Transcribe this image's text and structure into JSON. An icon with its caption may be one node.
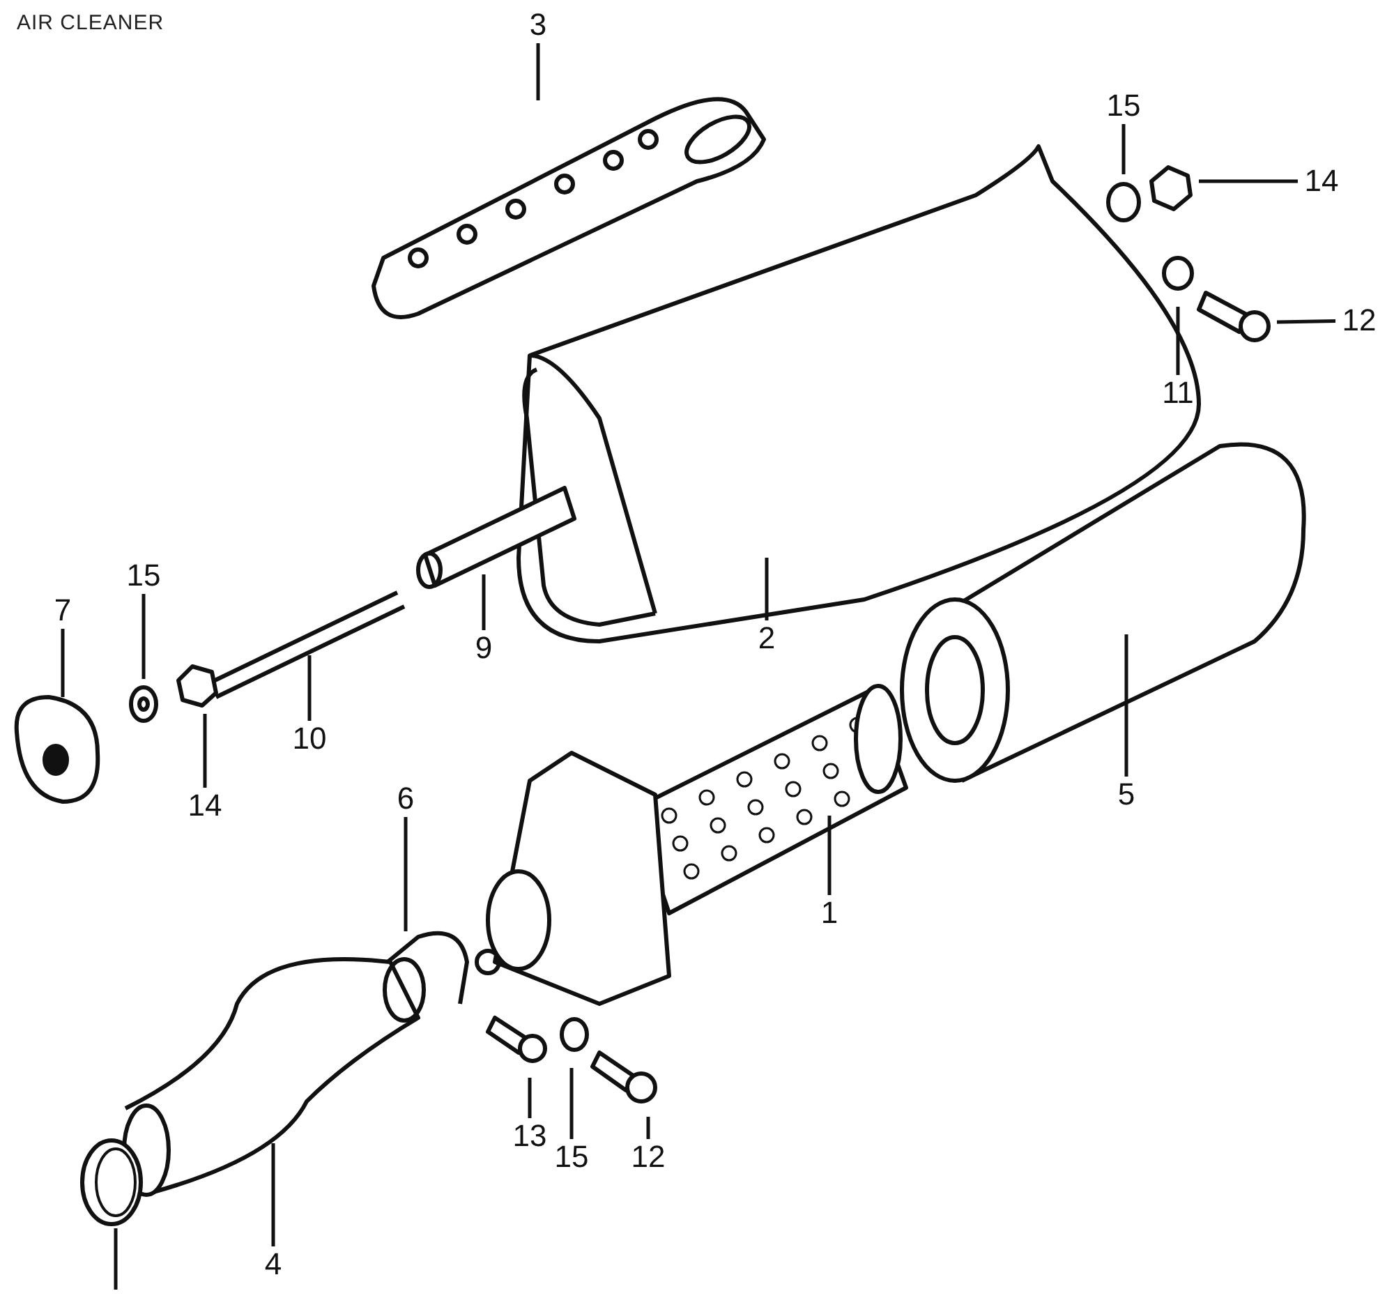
{
  "diagram": {
    "title": "AIR CLEANER",
    "nodes": [
      {
        "text": [
          "3"
        ]
      },
      {
        "text": [
          "15"
        ]
      },
      {
        "text": [
          "14"
        ]
      },
      {
        "text": [
          "12"
        ]
      },
      {
        "text": [
          "11"
        ]
      },
      {
        "text": [
          "9"
        ]
      },
      {
        "text": [
          "2"
        ]
      },
      {
        "text": [
          "7"
        ]
      },
      {
        "text": [
          "15"
        ]
      },
      {
        "text": [
          "10"
        ]
      },
      {
        "text": [
          "14"
        ]
      },
      {
        "text": [
          "5"
        ]
      },
      {
        "text": [
          "6"
        ]
      },
      {
        "text": [
          "1"
        ]
      },
      {
        "text": [
          "13"
        ]
      },
      {
        "text": [
          "15"
        ]
      },
      {
        "text": [
          "12"
        ]
      },
      {
        "text": [
          "4"
        ]
      },
      {
        "text": [],
        "shape": "picture"
      }
    ],
    "edges": [
      {
        "from": 0,
        "to": null,
        "arrow": "none"
      },
      {
        "from": 1,
        "to": null,
        "arrow": "none"
      },
      {
        "from": 2,
        "to": null,
        "arrow": "none"
      },
      {
        "from": 3,
        "to": null,
        "arrow": "none"
      },
      {
        "from": 4,
        "to": null,
        "arrow": "none"
      },
      {
        "from": 5,
        "to": null,
        "arrow": "none"
      },
      {
        "from": 6,
        "to": null,
        "arrow": "none"
      },
      {
        "from": 7,
        "to": null,
        "arrow": "none"
      },
      {
        "from": 8,
        "to": null,
        "arrow": "none"
      },
      {
        "from": 9,
        "to": null,
        "arrow": "none"
      },
      {
        "from": 10,
        "to": null,
        "arrow": "none"
      },
      {
        "from": 11,
        "to": null,
        "arrow": "none"
      },
      {
        "from": 12,
        "to": null,
        "arrow": "none"
      },
      {
        "from": 13,
        "to": null,
        "arrow": "none"
      },
      {
        "from": 14,
        "to": null,
        "arrow": "none"
      },
      {
        "from": 15,
        "to": null,
        "arrow": "none"
      },
      {
        "from": 16,
        "to": null,
        "arrow": "none"
      },
      {
        "from": 17,
        "to": null,
        "arrow": "none"
      },
      {
        "from": null,
        "to": 18,
        "arrow": "none"
      }
    ]
  }
}
